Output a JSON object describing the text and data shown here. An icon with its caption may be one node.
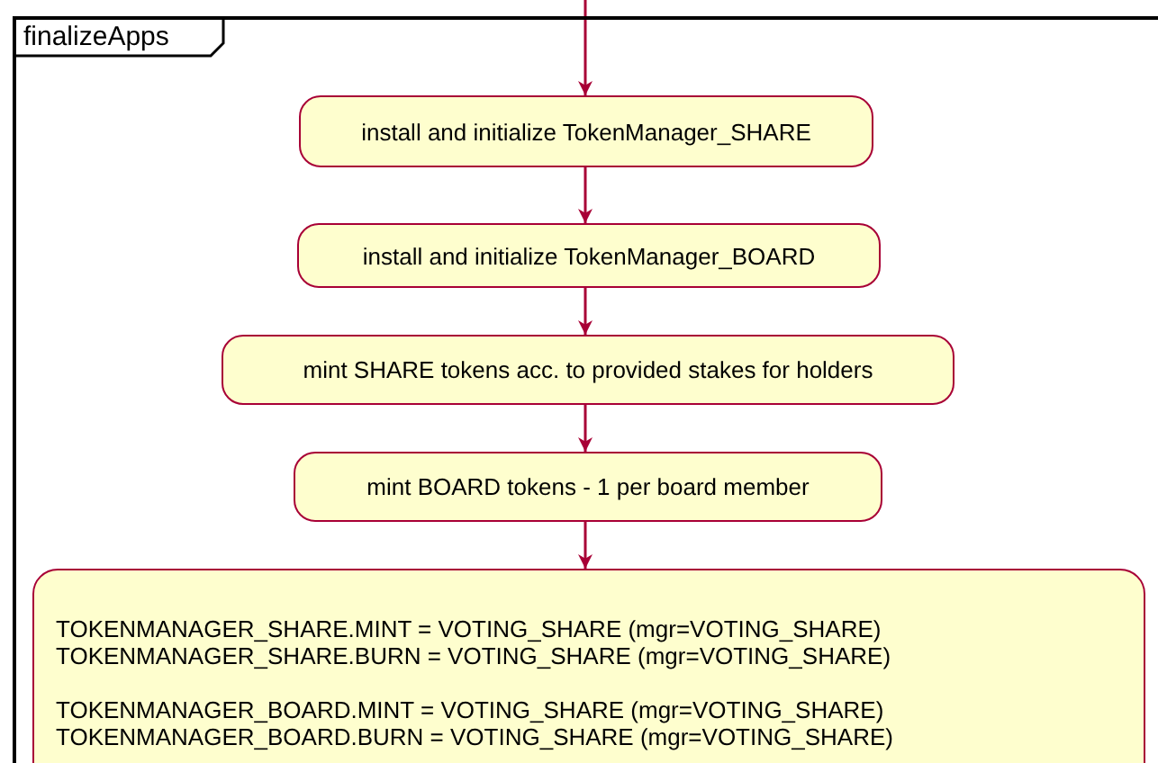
{
  "diagram": {
    "nodes": [
      {
        "text": [
          "finalizeApps"
        ]
      },
      {
        "text": [
          "install and initialize TokenManager_SHARE"
        ],
        "in": 0
      },
      {
        "text": [
          "install and initialize TokenManager_BOARD"
        ],
        "in": 0
      },
      {
        "text": [
          "mint SHARE tokens acc. to provided stakes for holders"
        ],
        "in": 0
      },
      {
        "text": [
          "mint BOARD tokens - 1 per board member"
        ],
        "in": 0
      },
      {
        "text": [
          "TOKENMANAGER_SHARE.MINT = VOTING_SHARE (mgr=VOTING_SHARE)",
          "TOKENMANAGER_SHARE.BURN = VOTING_SHARE (mgr=VOTING_SHARE)",
          "TOKENMANAGER_BOARD.MINT = VOTING_SHARE (mgr=VOTING_SHARE)",
          "TOKENMANAGER_BOARD.BURN = VOTING_SHARE (mgr=VOTING_SHARE)"
        ],
        "in": 0
      }
    ],
    "edges": [
      {
        "from": null,
        "to": 1,
        "arrow": "to"
      },
      {
        "from": 1,
        "to": 2,
        "arrow": "to"
      },
      {
        "from": 2,
        "to": 3,
        "arrow": "to"
      },
      {
        "from": 3,
        "to": 4,
        "arrow": "to"
      },
      {
        "from": 4,
        "to": 5,
        "arrow": "to"
      }
    ]
  }
}
